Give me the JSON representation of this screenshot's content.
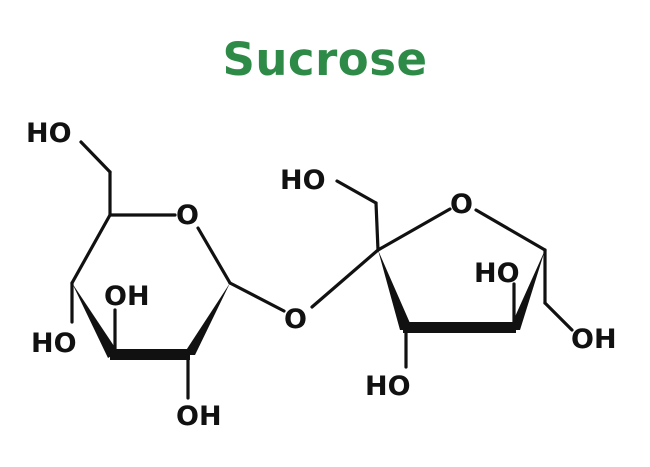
{
  "title": "Sucrose",
  "colors": {
    "title": "#2e8b47",
    "bonds": "#111111"
  },
  "labels": {
    "glucose_ch2oh": "HO",
    "glucose_ring_o": "O",
    "glucose_c3_oh": "OH",
    "glucose_c4_oh": "HO",
    "glucose_c2_oh": "OH",
    "glycosidic_o": "O",
    "fructose_ch2oh_top": "HO",
    "fructose_ring_o": "O",
    "fructose_c3_oh": "HO",
    "fructose_c4_oh": "HO",
    "fructose_ch2oh_right": "OH"
  }
}
